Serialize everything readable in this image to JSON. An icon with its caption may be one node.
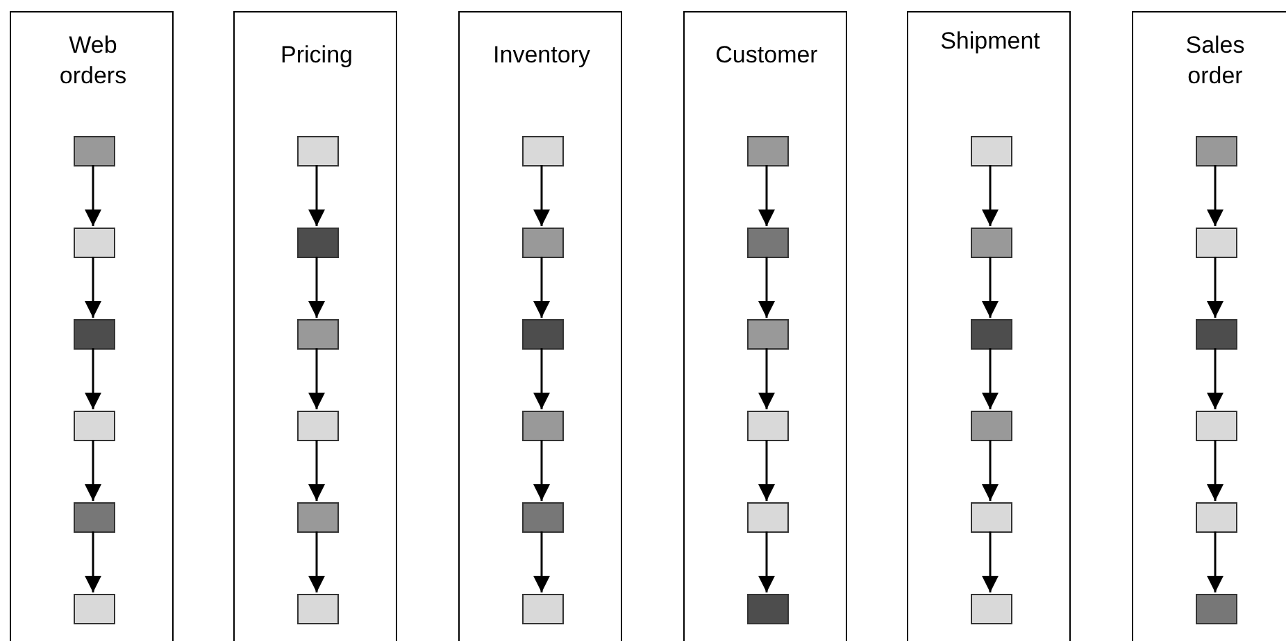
{
  "diagram": {
    "nodes": [
      {
        "text": [
          "Web orders"
        ]
      },
      {
        "text": [],
        "shape": "box",
        "in": 0
      },
      {
        "text": [],
        "shape": "box",
        "in": 0
      },
      {
        "text": [],
        "shape": "box",
        "in": 0
      },
      {
        "text": [],
        "shape": "box",
        "in": 0
      },
      {
        "text": [],
        "shape": "box",
        "in": 0
      },
      {
        "text": [],
        "shape": "box",
        "in": 0
      },
      {
        "text": [
          "Pricing"
        ]
      },
      {
        "text": [],
        "shape": "box",
        "in": 7
      },
      {
        "text": [],
        "shape": "box",
        "in": 7
      },
      {
        "text": [],
        "shape": "box",
        "in": 7
      },
      {
        "text": [],
        "shape": "box",
        "in": 7
      },
      {
        "text": [],
        "shape": "box",
        "in": 7
      },
      {
        "text": [],
        "shape": "box",
        "in": 7
      },
      {
        "text": [
          "Inventory"
        ]
      },
      {
        "text": [],
        "shape": "box",
        "in": 14
      },
      {
        "text": [],
        "shape": "box",
        "in": 14
      },
      {
        "text": [],
        "shape": "box",
        "in": 14
      },
      {
        "text": [],
        "shape": "box",
        "in": 14
      },
      {
        "text": [],
        "shape": "box",
        "in": 14
      },
      {
        "text": [],
        "shape": "box",
        "in": 14
      },
      {
        "text": [
          "Customer"
        ]
      },
      {
        "text": [],
        "shape": "box",
        "in": 21
      },
      {
        "text": [],
        "shape": "box",
        "in": 21
      },
      {
        "text": [],
        "shape": "box",
        "in": 21
      },
      {
        "text": [],
        "shape": "box",
        "in": 21
      },
      {
        "text": [],
        "shape": "box",
        "in": 21
      },
      {
        "text": [],
        "shape": "box",
        "in": 21
      },
      {
        "text": [
          "Shipment"
        ]
      },
      {
        "text": [],
        "shape": "box",
        "in": 28
      },
      {
        "text": [],
        "shape": "box",
        "in": 28
      },
      {
        "text": [],
        "shape": "box",
        "in": 28
      },
      {
        "text": [],
        "shape": "box",
        "in": 28
      },
      {
        "text": [],
        "shape": "box",
        "in": 28
      },
      {
        "text": [],
        "shape": "box",
        "in": 28
      },
      {
        "text": [
          "Sales order"
        ]
      },
      {
        "text": [],
        "shape": "box",
        "in": 35
      },
      {
        "text": [],
        "shape": "box",
        "in": 35
      },
      {
        "text": [],
        "shape": "box",
        "in": 35
      },
      {
        "text": [],
        "shape": "box",
        "in": 35
      },
      {
        "text": [],
        "shape": "box",
        "in": 35
      },
      {
        "text": [],
        "shape": "box",
        "in": 35
      }
    ],
    "edges": [
      {
        "from": 1,
        "to": 2,
        "arrow": "to"
      },
      {
        "from": 2,
        "to": 3,
        "arrow": "to"
      },
      {
        "from": 3,
        "to": 4,
        "arrow": "to"
      },
      {
        "from": 4,
        "to": 5,
        "arrow": "to"
      },
      {
        "from": 5,
        "to": 6,
        "arrow": "to"
      },
      {
        "from": 8,
        "to": 9,
        "arrow": "to"
      },
      {
        "from": 9,
        "to": 10,
        "arrow": "to"
      },
      {
        "from": 10,
        "to": 11,
        "arrow": "to"
      },
      {
        "from": 11,
        "to": 12,
        "arrow": "to"
      },
      {
        "from": 12,
        "to": 13,
        "arrow": "to"
      },
      {
        "from": 15,
        "to": 16,
        "arrow": "to"
      },
      {
        "from": 16,
        "to": 17,
        "arrow": "to"
      },
      {
        "from": 17,
        "to": 18,
        "arrow": "to"
      },
      {
        "from": 18,
        "to": 19,
        "arrow": "to"
      },
      {
        "from": 19,
        "to": 20,
        "arrow": "to"
      },
      {
        "from": 22,
        "to": 23,
        "arrow": "to"
      },
      {
        "from": 23,
        "to": 24,
        "arrow": "to"
      },
      {
        "from": 24,
        "to": 25,
        "arrow": "to"
      },
      {
        "from": 25,
        "to": 26,
        "arrow": "to"
      },
      {
        "from": 26,
        "to": 27,
        "arrow": "to"
      },
      {
        "from": 29,
        "to": 30,
        "arrow": "to"
      },
      {
        "from": 30,
        "to": 31,
        "arrow": "to"
      },
      {
        "from": 31,
        "to": 32,
        "arrow": "to"
      },
      {
        "from": 32,
        "to": 33,
        "arrow": "to"
      },
      {
        "from": 33,
        "to": 34,
        "arrow": "to"
      },
      {
        "from": 36,
        "to": 37,
        "arrow": "to"
      },
      {
        "from": 37,
        "to": 38,
        "arrow": "to"
      },
      {
        "from": 38,
        "to": 39,
        "arrow": "to"
      },
      {
        "from": 39,
        "to": 40,
        "arrow": "to"
      },
      {
        "from": 40,
        "to": 41,
        "arrow": "to"
      }
    ]
  }
}
